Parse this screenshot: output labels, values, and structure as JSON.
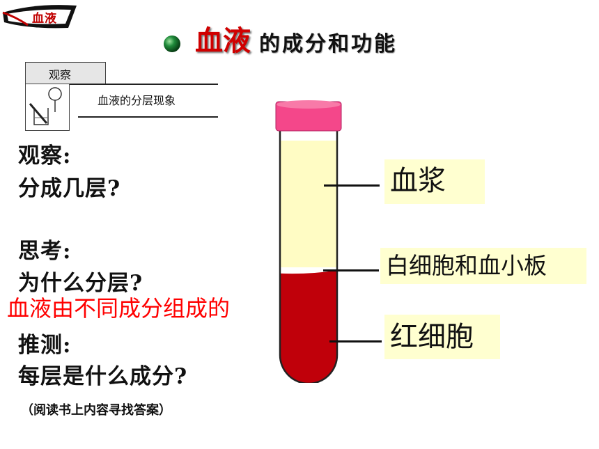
{
  "logo": {
    "text": "血液"
  },
  "header": {
    "title": "血液",
    "subtitle": "的成分和功能"
  },
  "observe_tag": {
    "label": "观察",
    "caption": "血液的分层现象"
  },
  "questions": {
    "observe_heading": "观察:",
    "observe_question": "分成几层?",
    "think_heading": "思考:",
    "think_question": "为什么分层?",
    "answer": "血液由不同成分组成的",
    "guess_heading": "推测:",
    "guess_question": "每层是什么成分?",
    "hint": "（阅读书上内容寻找答案）"
  },
  "tube_labels": {
    "plasma": "血浆",
    "wbc_platelets": "白细胞和血小板",
    "rbc": "红细胞"
  },
  "colors": {
    "title_red": "#d00000",
    "answer_red": "#ff0000",
    "plasma": "#fffcc4",
    "buffy_coat": "#ffffff",
    "red_cells": "#c0000a",
    "cap": "#f4478a",
    "callout_bg": "#ffffd0"
  }
}
